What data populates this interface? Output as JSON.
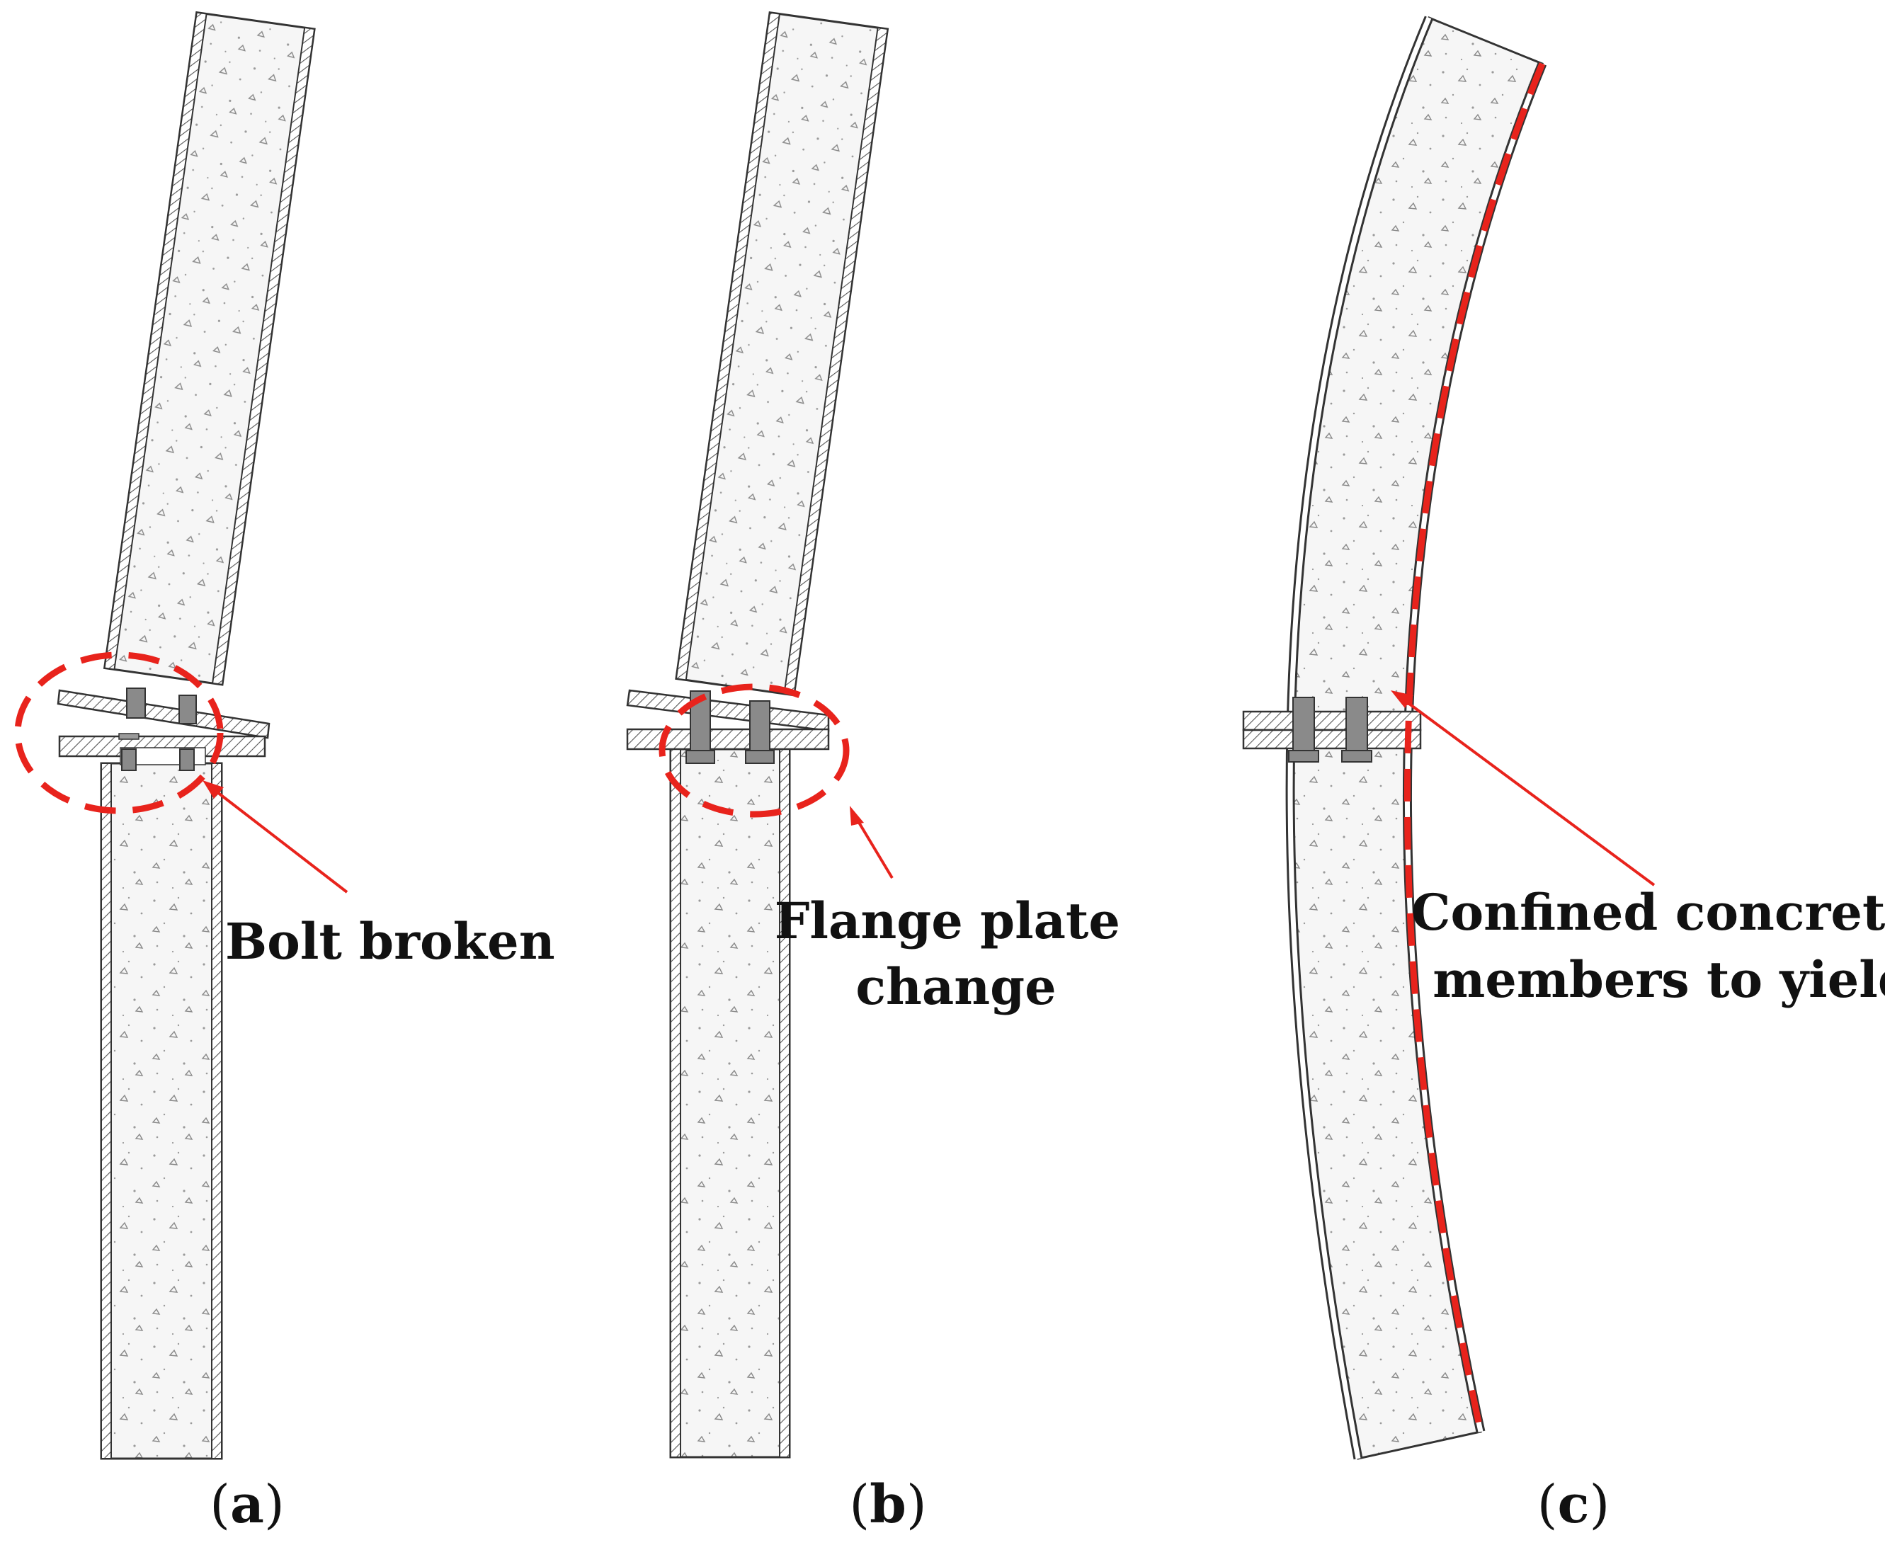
{
  "panels": [
    {
      "id": "a",
      "label_open": "(",
      "label_letter": "a",
      "label_close": ")",
      "callout_lines": [
        "Bolt broken"
      ]
    },
    {
      "id": "b",
      "label_open": "(",
      "label_letter": "b",
      "label_close": ")",
      "callout_lines": [
        "Flange plate",
        "change"
      ]
    },
    {
      "id": "c",
      "label_open": "(",
      "label_letter": "c",
      "label_close": ")",
      "callout_lines": [
        "Confined concrete",
        "members to yield"
      ]
    }
  ],
  "colors": {
    "highlight": "#e8231c",
    "outline": "#333333",
    "concrete": "#f4f4f4",
    "steel_hatch": "#555555",
    "bolt": "#8a8a8a",
    "text": "#111111"
  }
}
